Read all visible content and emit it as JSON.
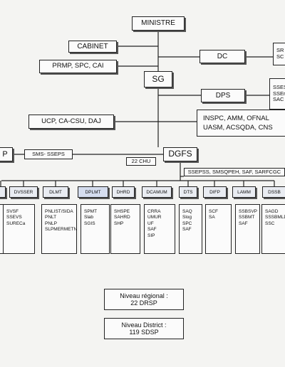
{
  "top": {
    "ministre": "MINISTRE",
    "cabinet": "CABINET",
    "prmp": "PRMP, SPC, CAI",
    "dc": "DC",
    "dc_right": "SR\nSC",
    "sg": "SG",
    "dps": "DPS",
    "dps_right": "SSES\nSSEr\nSAC",
    "ucp": "UCP, CA-CSU, DAJ",
    "insp": "INSPC, AMM, OFNAL\nUASM, ACSQDA, CNS",
    "p_box": "P",
    "sms": "SMS- SSEPS",
    "dgfs": "DGFS",
    "chu": "22 CHU",
    "sseps": "SSEPSS, SMSQPEH, SAF, SARFCGC"
  },
  "departments": [
    {
      "name": "",
      "items": []
    },
    {
      "name": "DVSSER",
      "items": [
        "SVSF",
        "SSEVS",
        "SURECa"
      ]
    },
    {
      "name": "DLMT",
      "items": [
        "PNLIST/SIDA",
        "PNLT",
        "PNLP",
        "SLPMERMETN"
      ]
    },
    {
      "name": "DPLMT",
      "items": [
        "SPMT",
        "Slab",
        "SGIS"
      ]
    },
    {
      "name": "DHRD",
      "items": [
        "SHSPE",
        "SAHRD",
        "SHP"
      ]
    },
    {
      "name": "DCAMUM",
      "items": [
        "CRRA",
        "UMUR",
        "UF",
        "SAF",
        "SIP"
      ]
    },
    {
      "name": "DTS",
      "items": [
        "SAQ",
        "Slog",
        "SPC",
        "SAF"
      ]
    },
    {
      "name": "DIFP",
      "items": [
        "SCF",
        "SA"
      ]
    },
    {
      "name": "LAMM",
      "items": [
        "SSBSVP",
        "SSBMT",
        "SAF"
      ]
    },
    {
      "name": "DSSB",
      "items": [
        "SAGD",
        "SSSBMLD",
        "SSC"
      ]
    }
  ],
  "regional": {
    "line1": "Niveau régional :",
    "line2": "22 DRSP"
  },
  "district": {
    "line1": "Niveau District :",
    "line2": "119 SDSP"
  }
}
